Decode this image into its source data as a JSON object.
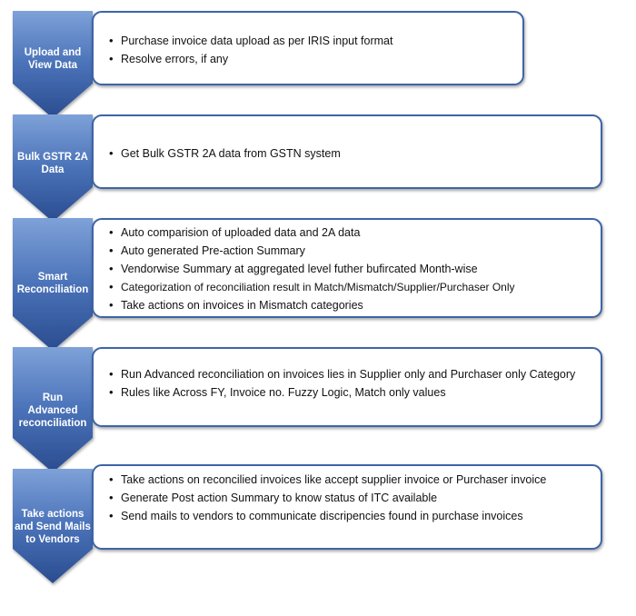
{
  "diagram": {
    "colors": {
      "chevron_top": "#6f95d0",
      "chevron_bottom": "#2c4f93",
      "box_border": "#3e64a8"
    },
    "steps": [
      {
        "label": "Upload and\nView Data",
        "bullets": [
          "Purchase invoice data upload  as per  IRIS input format",
          "Resolve errors, if any"
        ]
      },
      {
        "label": "Bulk GSTR 2A\nData",
        "bullets": [
          "Get Bulk GSTR 2A data from GSTN system"
        ]
      },
      {
        "label": "Smart\nReconciliation",
        "bullets": [
          "Auto comparision of uploaded data and 2A data",
          "Auto generated Pre-action Summary",
          "Vendorwise  Summary at aggregated level futher bufircated Month-wise",
          "Categorization of reconciliation result in Match/Mismatch/Supplier/Purchaser  Only",
          "Take actions on invoices in Mismatch categories"
        ]
      },
      {
        "label": "Run\nAdvanced\nreconciliation",
        "bullets": [
          "Run Advanced  reconciliation on invoices lies in Supplier only and Purchaser only Category",
          "Rules like Across FY,  Invoice no. Fuzzy Logic, Match only values"
        ]
      },
      {
        "label": "Take actions\nand Send Mails\nto Vendors",
        "bullets": [
          "Take actions on reconcilied invoices like accept supplier invoice or Purchaser invoice",
          "Generate Post action Summary to know status of ITC available",
          "Send mails to vendors to communicate discripencies found in purchase invoices"
        ]
      }
    ]
  }
}
